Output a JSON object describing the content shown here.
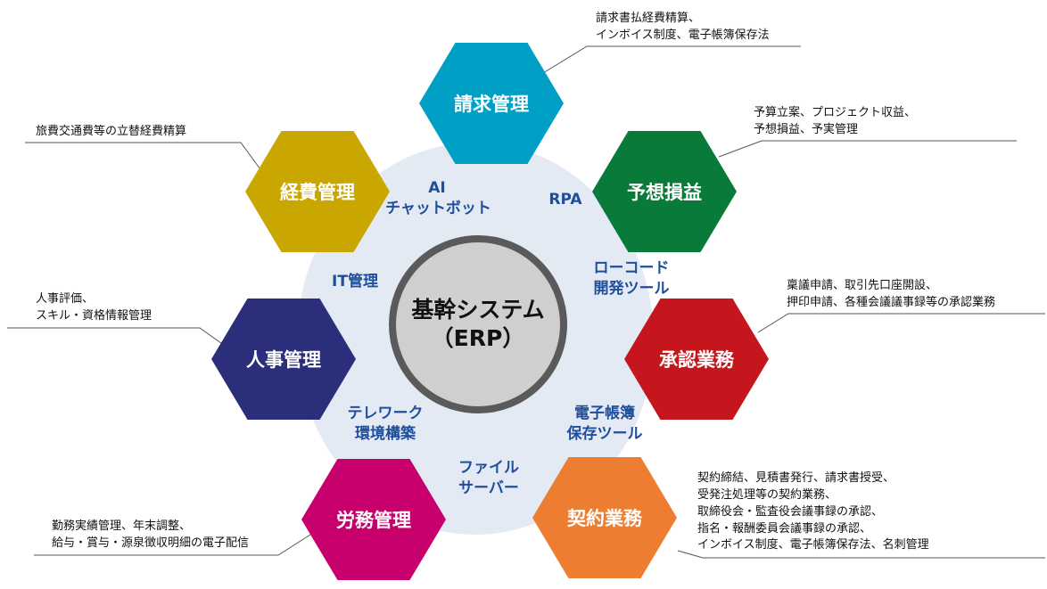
{
  "center": {
    "line1": "基幹システム",
    "line2": "（ERP）"
  },
  "modules": [
    {
      "label": "請求管理",
      "color": "#00a0c6"
    },
    {
      "label": "予想損益",
      "color": "#0a7a3a"
    },
    {
      "label": "承認業務",
      "color": "#c4161c"
    },
    {
      "label": "契約業務",
      "color": "#ed7d31"
    },
    {
      "label": "労務管理",
      "color": "#c8006e"
    },
    {
      "label": "人事管理",
      "color": "#2b2e7a"
    },
    {
      "label": "経費管理",
      "color": "#c9a600"
    }
  ],
  "tools": [
    {
      "lines": [
        "AI",
        "チャットボット"
      ]
    },
    {
      "lines": [
        "RPA"
      ]
    },
    {
      "lines": [
        "ローコード",
        "開発ツール"
      ]
    },
    {
      "lines": [
        "電子帳簿",
        "保存ツール"
      ]
    },
    {
      "lines": [
        "ファイル",
        "サーバー"
      ]
    },
    {
      "lines": [
        "テレワーク",
        "環境構築"
      ]
    },
    {
      "lines": [
        "IT管理"
      ]
    }
  ],
  "notes": [
    {
      "lines": [
        "請求書払経費精算、",
        "インボイス制度、電子帳簿保存法"
      ]
    },
    {
      "lines": [
        "予算立案、プロジェクト収益、",
        "予想損益、予実管理"
      ]
    },
    {
      "lines": [
        "稟議申請、取引先口座開設、",
        "押印申請、各種会議議事録等の承認業務"
      ]
    },
    {
      "lines": [
        "契約締結、見積書発行、請求書授受、",
        "受発注処理等の契約業務、",
        "取締役会・監査役会議事録の承認、",
        "指名・報酬委員会議事録の承認、",
        "インボイス制度、電子帳簿保存法、名刺管理"
      ]
    },
    {
      "lines": [
        "勤務実績管理、年末調整、",
        "給与・賞与・源泉徴収明細の電子配信"
      ]
    },
    {
      "lines": [
        "人事評価、",
        "スキル・資格情報管理"
      ]
    },
    {
      "lines": [
        "旅費交通費等の立替経費精算"
      ]
    }
  ]
}
